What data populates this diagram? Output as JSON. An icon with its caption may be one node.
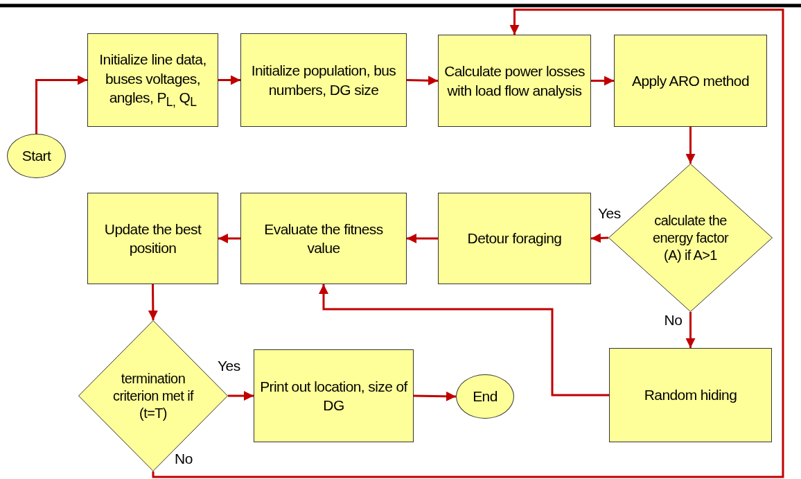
{
  "diagram": {
    "nodes": [
      {
        "text": [
          "Start"
        ]
      },
      {
        "text": [
          "Initialize line data, buses voltages, angles, P$_{L,}$ Q$_{L}$"
        ]
      },
      {
        "text": [
          "Initialize population, bus numbers, DG size"
        ]
      },
      {
        "text": [
          "Calculate power losses with load flow analysis"
        ]
      },
      {
        "text": [
          "Apply ARO method"
        ]
      },
      {
        "text": [
          "calculate the energy factor (A) if A>1"
        ]
      },
      {
        "text": [
          "Detour foraging"
        ]
      },
      {
        "text": [
          "Evaluate the fitness value"
        ]
      },
      {
        "text": [
          "Update the best position"
        ]
      },
      {
        "text": [
          "termination criterion met if (t=T)"
        ]
      },
      {
        "text": [
          "Print out location, size of DG"
        ]
      },
      {
        "text": [
          "End"
        ]
      },
      {
        "text": [
          "Random hiding"
        ]
      }
    ],
    "edges": [
      {
        "from": 0,
        "to": 1,
        "arrow": "to"
      },
      {
        "from": 1,
        "to": 2,
        "arrow": "to"
      },
      {
        "from": 2,
        "to": 3,
        "arrow": "to"
      },
      {
        "from": 3,
        "to": 4,
        "arrow": "to"
      },
      {
        "from": 4,
        "to": 5,
        "arrow": "to"
      },
      {
        "from": 5,
        "to": 6,
        "arrow": "to",
        "label": "Yes"
      },
      {
        "from": 6,
        "to": 7,
        "arrow": "to"
      },
      {
        "from": 7,
        "to": 8,
        "arrow": "to"
      },
      {
        "from": 8,
        "to": 9,
        "arrow": "to"
      },
      {
        "from": 9,
        "to": 10,
        "arrow": "to",
        "label": "Yes"
      },
      {
        "from": 10,
        "to": 11,
        "arrow": "to"
      },
      {
        "from": 5,
        "to": 12,
        "arrow": "to",
        "label": "No"
      },
      {
        "from": 12,
        "to": 7,
        "arrow": "to"
      },
      {
        "from": 9,
        "to": 3,
        "arrow": "to",
        "label": "No"
      }
    ]
  }
}
